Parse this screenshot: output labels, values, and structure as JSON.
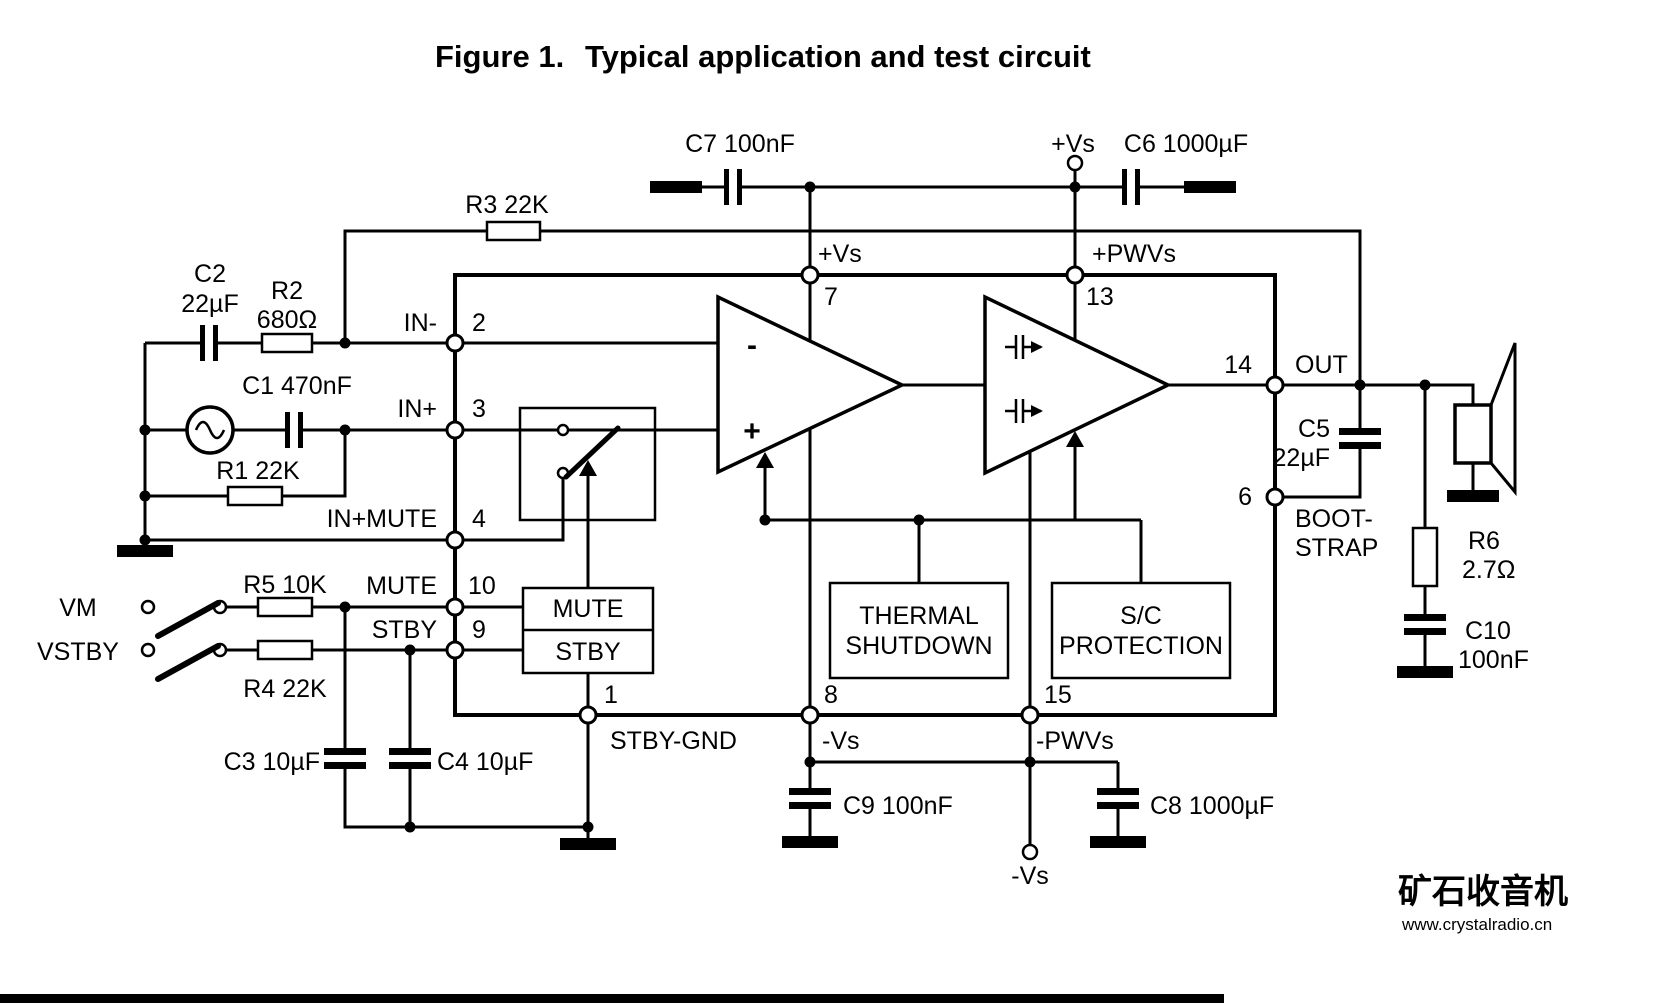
{
  "title": {
    "figure_label": "Figure 1.",
    "caption": "Typical application and test circuit"
  },
  "ic": {
    "amp_minus": "-",
    "amp_plus": "+",
    "blocks": {
      "mute": "MUTE",
      "stby": "STBY",
      "thermal_line1": "THERMAL",
      "thermal_line2": "SHUTDOWN",
      "sc_line1": "S/C",
      "sc_line2": "PROTECTION"
    },
    "pins": {
      "p2": {
        "num": "2",
        "label": "IN-"
      },
      "p3": {
        "num": "3",
        "label": "IN+"
      },
      "p4": {
        "num": "4",
        "label": "IN+MUTE"
      },
      "p10": {
        "num": "10",
        "label": "MUTE"
      },
      "p9": {
        "num": "9",
        "label": "STBY"
      },
      "p1": {
        "num": "1",
        "label": "STBY-GND"
      },
      "p7": {
        "num": "7",
        "label": "+Vs"
      },
      "p13": {
        "num": "13",
        "label": "+PWVs"
      },
      "p14": {
        "num": "14",
        "label": "OUT"
      },
      "p6": {
        "num": "6",
        "label_line1": "BOOT-",
        "label_line2": "STRAP"
      },
      "p8": {
        "num": "8",
        "label": "-Vs"
      },
      "p15": {
        "num": "15",
        "label": "-PWVs"
      }
    }
  },
  "components": {
    "c1": "C1 470nF",
    "c2_name": "C2",
    "c2_value": "22µF",
    "r1": "R1 22K",
    "r2_name": "R2",
    "r2_value": "680Ω",
    "r3": "R3 22K",
    "c7": "C7 100nF",
    "c6": "C6 1000µF",
    "r5": "R5 10K",
    "r4": "R4 22K",
    "c3": "C3 10µF",
    "c4": "C4 10µF",
    "c9": "C9 100nF",
    "c8": "C8 1000µF",
    "c5_name": "C5",
    "c5_value": "22µF",
    "r6_name": "R6",
    "r6_value": "2.7Ω",
    "c10_name": "C10",
    "c10_value": "100nF"
  },
  "terminals": {
    "vs_top": "+Vs",
    "vs_bottom": "-Vs",
    "vm": "VM",
    "vstby": "VSTBY"
  },
  "watermark": {
    "name": "矿石收音机",
    "url": "www.crystalradio.cn"
  },
  "colors": {
    "figure_accent": "#2EA3DC",
    "caption": "#1F3864",
    "line": "#000000",
    "watermark": "#8C8C8C"
  }
}
